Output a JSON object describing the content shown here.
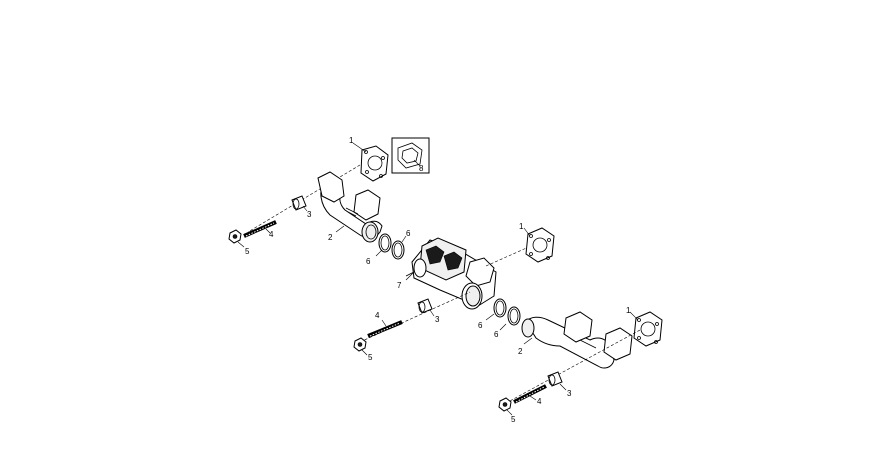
{
  "diagram": {
    "callouts": {
      "gasket_top_left": "1",
      "gasket_mid": "1",
      "gasket_right": "1",
      "pipe_left": "2",
      "pipe_right": "2",
      "sleeve_left": "3",
      "sleeve_mid": "3",
      "sleeve_right": "3",
      "stud_left": "4",
      "stud_mid": "4",
      "stud_right": "4",
      "nut_left": "5",
      "nut_mid": "5",
      "nut_right": "5",
      "seal_a": "6",
      "seal_b": "6",
      "seal_c": "6",
      "seal_d": "6",
      "manifold_center": "7",
      "gasket_inset": "8"
    }
  }
}
